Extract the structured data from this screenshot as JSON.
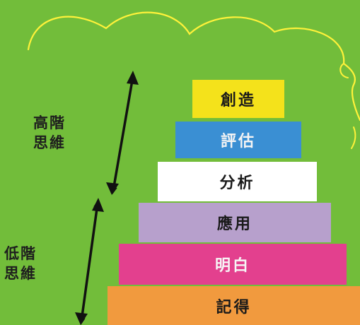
{
  "side_labels": {
    "high": [
      "高階",
      "思維"
    ],
    "low": [
      "低階",
      "思維"
    ]
  },
  "tiers": [
    {
      "label": "創造",
      "color": "#f4e21b"
    },
    {
      "label": "評估",
      "color": "#3a8fd3"
    },
    {
      "label": "分析",
      "color": "#ffffff"
    },
    {
      "label": "應用",
      "color": "#b7a0cc"
    },
    {
      "label": "明白",
      "color": "#e3408e"
    },
    {
      "label": "記得",
      "color": "#f19a3e"
    }
  ],
  "colors": {
    "background": "#72bd3a",
    "cloud_line": "#fff23a",
    "arrow": "#111111"
  }
}
